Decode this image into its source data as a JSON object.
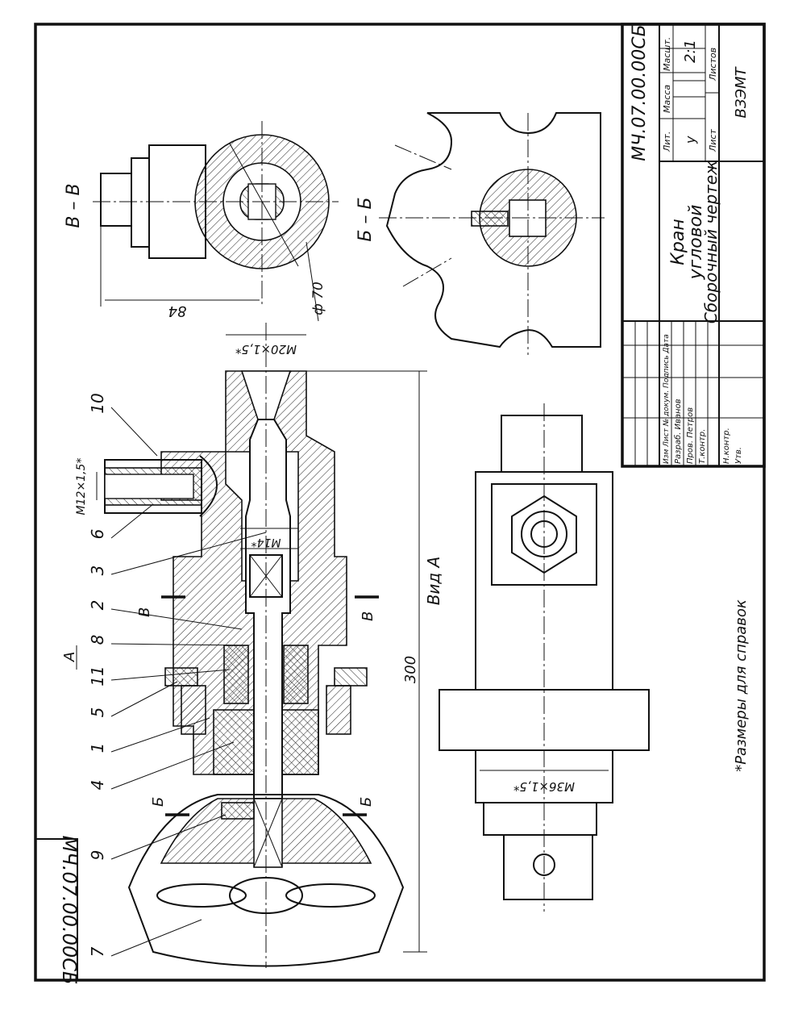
{
  "drawing": {
    "designation": "МЧ.07.00.00СБ",
    "designation_rotated": "МЧ.07.00.00СБ",
    "title_line1": "Кран",
    "title_line2": "угловой",
    "title_line3": "Сборочный чертеж",
    "lit_label": "Лит.",
    "mass_label": "Масса",
    "scale_label": "Масшт.",
    "lit_value": "у",
    "scale_value": "2:1",
    "sheet_label": "Лист",
    "sheets_label": "Листов",
    "org": "ВЗЭМТ",
    "col_headers": "Изм Лист № докум. Подпись Дата",
    "row_razrab": "Разраб. Иванов",
    "row_prov": "Пров. Петров",
    "row_tkontr": "Т.контр.",
    "row_nkontr": "Н.контр.",
    "row_utv": "Утв.",
    "footnote": "*Размеры для справок"
  },
  "views": {
    "section_vv": "В – В",
    "section_bb": "Б – Б",
    "view_a": "Вид А",
    "cut_b": "В",
    "cut_bb": "Б",
    "arrow_a": "А"
  },
  "dimensions": {
    "d84": "84",
    "d70": "ф 70",
    "d300": "300",
    "m20": "M20×1,5*",
    "m12": "M12×1,5*",
    "m14": "M14*",
    "m36": "M36×1,5*"
  },
  "callouts": [
    "10",
    "6",
    "3",
    "2",
    "8",
    "11",
    "5",
    "1",
    "4",
    "9",
    "7"
  ]
}
